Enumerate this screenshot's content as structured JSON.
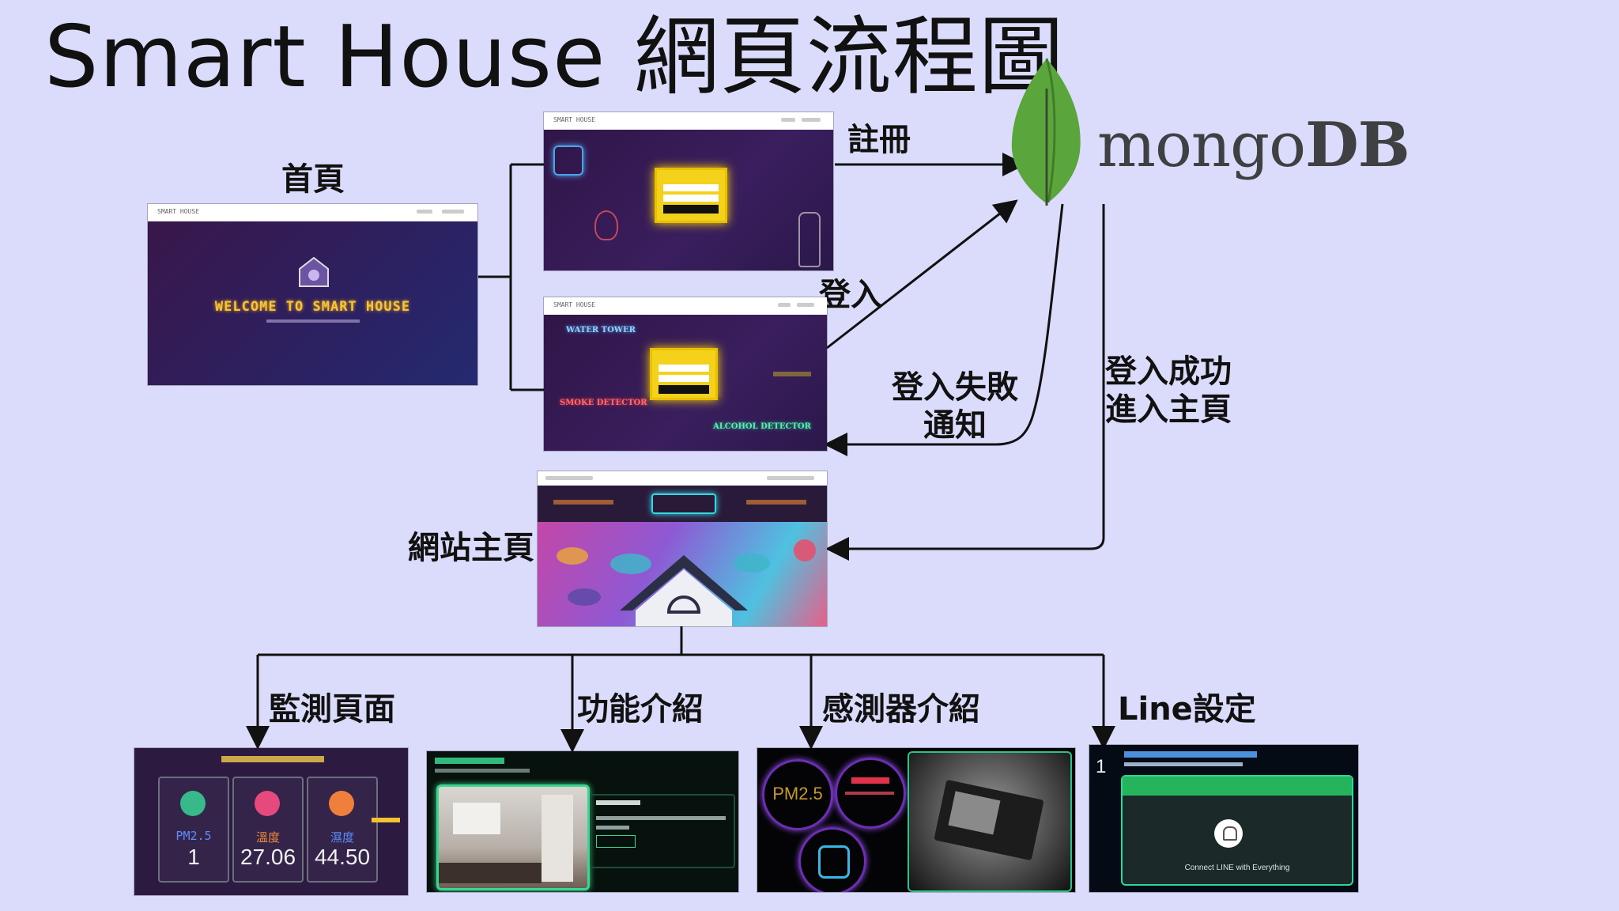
{
  "title": "Smart House 網頁流程圖",
  "logo": {
    "brand_plain": "mongo",
    "brand_bold": "DB"
  },
  "labels": {
    "home": "首頁",
    "register": "註冊",
    "login": "登入",
    "login_fail_1": "登入失敗",
    "login_fail_2": "通知",
    "login_ok_1": "登入成功",
    "login_ok_2": "進入主頁",
    "site_main": "網站主頁",
    "monitor": "監測頁面",
    "features": "功能介紹",
    "sensors": "感測器介紹",
    "line": "Line設定"
  },
  "screens": {
    "home": {
      "welcome": "WELCOME TO SMART HOUSE"
    },
    "login": {
      "water": "WATER TOWER",
      "smoke": "SMOKE DETECTOR",
      "alcohol": "ALCOHOL DETECTOR"
    },
    "monitor": {
      "sensors": [
        {
          "name": "PM2.5",
          "value": "1",
          "color": "#37b98a"
        },
        {
          "name": "溫度",
          "value": "27.06",
          "color": "#e5497d"
        },
        {
          "name": "濕度",
          "value": "44.50",
          "color": "#f07f3c"
        }
      ]
    },
    "sensor_intro": {
      "pm": "PM2.5"
    },
    "line": {
      "step": "1",
      "footer": "Connect LINE with Everything"
    }
  },
  "colors": {
    "background": "#dbdcfb",
    "leaf": "#5aa63d",
    "screen_dark": "#2d1a4f",
    "neon_yellow": "#f4d21c"
  }
}
